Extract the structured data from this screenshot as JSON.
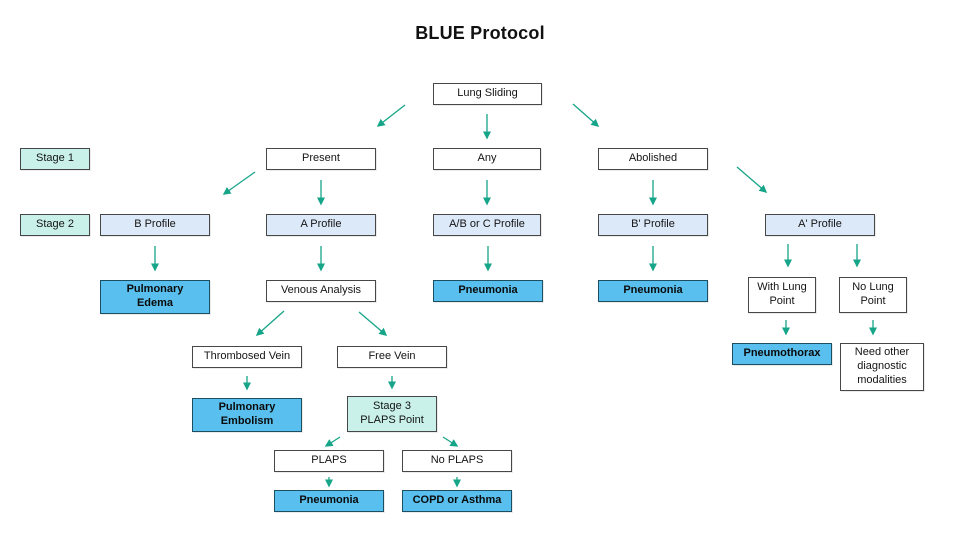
{
  "title": "BLUE Protocol",
  "colors": {
    "arrow": "#17a589",
    "stage_fill": "#c9f1ea",
    "profile_fill": "#dce9f8",
    "outcome_fill": "#58bfee",
    "box_border": "#474747",
    "outcome_border": "#1d4f63"
  },
  "nodes": {
    "lung_sliding": {
      "label": "Lung Sliding",
      "type": "decision"
    },
    "stage1": {
      "label": "Stage 1",
      "type": "stage"
    },
    "present": {
      "label": "Present",
      "type": "decision"
    },
    "any": {
      "label": "Any",
      "type": "decision"
    },
    "abolished": {
      "label": "Abolished",
      "type": "decision"
    },
    "stage2": {
      "label": "Stage 2",
      "type": "stage"
    },
    "b_profile": {
      "label": "B Profile",
      "type": "profile"
    },
    "a_profile": {
      "label": "A Profile",
      "type": "profile"
    },
    "abc_profile": {
      "label": "A/B or C Profile",
      "type": "profile"
    },
    "bprime_profile": {
      "label": "B' Profile",
      "type": "profile"
    },
    "aprime_profile": {
      "label": "A' Profile",
      "type": "profile"
    },
    "pulmonary_edema": {
      "label": "Pulmonary\nEdema",
      "type": "outcome"
    },
    "venous_analysis": {
      "label": "Venous Analysis",
      "type": "decision"
    },
    "pneumonia_abc": {
      "label": "Pneumonia",
      "type": "outcome"
    },
    "pneumonia_bprime": {
      "label": "Pneumonia",
      "type": "outcome"
    },
    "with_lung_point": {
      "label": "With Lung\nPoint",
      "type": "decision"
    },
    "no_lung_point": {
      "label": "No Lung\nPoint",
      "type": "decision"
    },
    "thrombosed_vein": {
      "label": "Thrombosed Vein",
      "type": "decision"
    },
    "free_vein": {
      "label": "Free Vein",
      "type": "decision"
    },
    "pneumothorax": {
      "label": "Pneumothorax",
      "type": "outcome"
    },
    "need_other": {
      "label": "Need other\ndiagnostic\nmodalities",
      "type": "decision"
    },
    "pulmonary_embolism": {
      "label": "Pulmonary\nEmbolism",
      "type": "outcome"
    },
    "stage3_plaps_point": {
      "label": "Stage 3\nPLAPS Point",
      "type": "stage"
    },
    "plaps": {
      "label": "PLAPS",
      "type": "decision"
    },
    "no_plaps": {
      "label": "No PLAPS",
      "type": "decision"
    },
    "pneumonia_plaps": {
      "label": "Pneumonia",
      "type": "outcome"
    },
    "copd_asthma": {
      "label": "COPD or Asthma",
      "type": "outcome"
    }
  },
  "edges": [
    {
      "from": "lung_sliding",
      "to": "present"
    },
    {
      "from": "lung_sliding",
      "to": "any"
    },
    {
      "from": "lung_sliding",
      "to": "abolished"
    },
    {
      "from": "present",
      "to": "b_profile"
    },
    {
      "from": "present",
      "to": "a_profile"
    },
    {
      "from": "any",
      "to": "abc_profile"
    },
    {
      "from": "abolished",
      "to": "bprime_profile"
    },
    {
      "from": "abolished",
      "to": "aprime_profile"
    },
    {
      "from": "b_profile",
      "to": "pulmonary_edema"
    },
    {
      "from": "a_profile",
      "to": "venous_analysis"
    },
    {
      "from": "abc_profile",
      "to": "pneumonia_abc"
    },
    {
      "from": "bprime_profile",
      "to": "pneumonia_bprime"
    },
    {
      "from": "aprime_profile",
      "to": "with_lung_point"
    },
    {
      "from": "aprime_profile",
      "to": "no_lung_point"
    },
    {
      "from": "venous_analysis",
      "to": "thrombosed_vein"
    },
    {
      "from": "venous_analysis",
      "to": "free_vein"
    },
    {
      "from": "with_lung_point",
      "to": "pneumothorax"
    },
    {
      "from": "no_lung_point",
      "to": "need_other"
    },
    {
      "from": "thrombosed_vein",
      "to": "pulmonary_embolism"
    },
    {
      "from": "free_vein",
      "to": "stage3_plaps_point"
    },
    {
      "from": "stage3_plaps_point",
      "to": "plaps"
    },
    {
      "from": "stage3_plaps_point",
      "to": "no_plaps"
    },
    {
      "from": "plaps",
      "to": "pneumonia_plaps"
    },
    {
      "from": "no_plaps",
      "to": "copd_asthma"
    }
  ]
}
